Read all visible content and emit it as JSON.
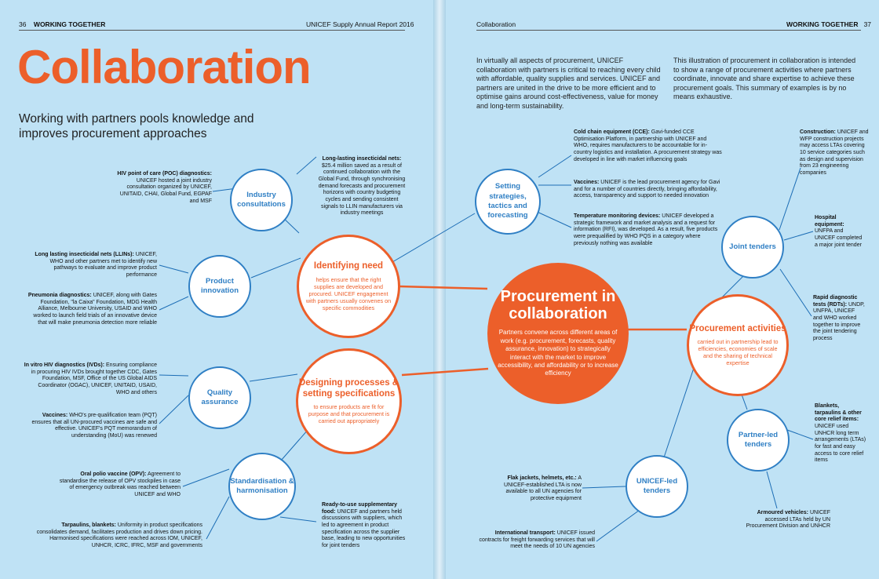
{
  "header": {
    "left_page_number": "36",
    "left_section": "WORKING TOGETHER",
    "left_report": "UNICEF Supply Annual Report 2016",
    "right_section_title": "Collaboration",
    "right_section": "WORKING TOGETHER",
    "right_page_number": "37"
  },
  "title": "Collaboration",
  "subtitle": "Working with partners pools knowledge and improves procurement approaches",
  "intro": {
    "col1": "In virtually all aspects of procurement, UNICEF collaboration with partners is critical to reaching every child with affordable, quality supplies and services. UNICEF and partners are united in the drive to be more efficient and to optimise gains around cost-effectiveness, value for money and long-term sustainability.",
    "col2": "This illustration of procurement in collaboration is intended to show a range of procurement activities where partners coordinate, innovate and share expertise to achieve these procurement goals. This summary of examples is by no means exhaustive."
  },
  "center": {
    "title": "Procurement in collaboration",
    "desc": "Partners convene across different areas of work (e.g. procurement, forecasts, quality assurance, innovation) to strategically interact with the market to improve accessibility, and affordability or to increase efficiency"
  },
  "hubs": {
    "identifying": {
      "title": "Identifying need",
      "desc": "helps ensure that the right supplies are developed and procured. UNICEF engagement with partners usually convenes on specific commodities"
    },
    "designing": {
      "title": "Designing processes & setting specifications",
      "desc": "to ensure products are fit for purpose and that procurement is carried out appropriately"
    },
    "procurement": {
      "title": "Procurement activities",
      "desc": "carried out in partnership lead to efficiencies, economies of scale and the sharing of technical expertise"
    }
  },
  "nodes": {
    "industry": "Industry consultations",
    "product": "Product innovation",
    "quality": "Quality assurance",
    "standard": "Standardisation & harmonisation",
    "setting": "Setting strategies, tactics and forecasting",
    "joint": "Joint tenders",
    "partner": "Partner-led tenders",
    "unicef": "UNICEF-led tenders"
  },
  "notes": {
    "hiv_poc": {
      "label": "HIV point of care (POC) diagnostics:",
      "text": "UNICEF hosted a joint industry consultation organized by UNICEF, UNITAID, CHAI, Global Fund, EGPAF and MSF"
    },
    "llin_industry": {
      "label": "Long-lasting insecticidal nets:",
      "text": "$25.4 million saved as a result of continued collaboration with the Global Fund, through synchronising demand forecasts and procurement horizons with country budgeting cycles and sending consistent signals to LLIN manufacturers via industry meetings"
    },
    "llins": {
      "label": "Long lasting insecticidal nets (LLINs):",
      "text": "UNICEF, WHO and other partners met to identify new pathways to evaluate and improve product performance"
    },
    "pneumonia": {
      "label": "Pneumonia diagnostics:",
      "text": "UNICEF, along with Gates Foundation, \"la Caixa\" Foundation, MDG Health Alliance, Melbourne University, USAID and WHO worked to launch field trials of an innovative device that will make pneumonia detection more reliable"
    },
    "ivd": {
      "label": "In vitro HIV diagnostics (IVDs):",
      "text": "Ensuring compliance in procuring HIV IVDs brought together CDC, Gates Foundation, MSF, Office of the US Global AIDS Coordinator (OGAC), UNICEF, UNITAID, USAID, WHO and others"
    },
    "vaccines_pqt": {
      "label": "Vaccines:",
      "text": "WHO's pre-qualification team (PQT) ensures that all UN-procured vaccines are safe and effective. UNICEF's PQT memorandum of understanding (MoU) was renewed"
    },
    "opv": {
      "label": "Oral polio vaccine (OPV):",
      "text": "Agreement to standardise the release of OPV stockpiles in case of emergency outbreak was reached between UNICEF and WHO"
    },
    "tarpaulins": {
      "label": "Tarpaulins, blankets:",
      "text": "Uniformity in product specifications consolidates demand, facilitates production and drives down pricing. Harmonised specifications were reached across IOM, UNICEF, UNHCR, ICRC, IFRC, MSF and governments"
    },
    "rutf": {
      "label": "Ready-to-use supplementary food:",
      "text": "UNICEF and partners held discussions with suppliers, which led to agreement in product specification across the supplier base, leading to new opportunities for joint tenders"
    },
    "cce": {
      "label": "Cold chain equipment (CCE):",
      "text": "Gavi-funded CCE Optimisation Platform, in partnership with UNICEF and WHO, requires manufacturers to be accountable for in-country logistics and installation. A procurement strategy was developed in line with market influencing goals"
    },
    "vaccines_gavi": {
      "label": "Vaccines:",
      "text": "UNICEF is the lead procurement agency for Gavi and for a number of countries directly, bringing affordability, access, transparency and support to needed innovation"
    },
    "temperature": {
      "label": "Temperature monitoring devices:",
      "text": "UNICEF developed a strategic framework and market analysis and a request for information (RFI), was developed. As a result, five products were prequalified by WHO PQS in a category where previously nothing was available"
    },
    "construction": {
      "label": "Construction:",
      "text": "UNICEF and WFP construction projects may access LTAs covering 10 service categories such as design and supervision from 23 engineering companies"
    },
    "hospital": {
      "label": "Hospital equipment:",
      "text": "UNFPA and UNICEF completed a major joint tender"
    },
    "rdt": {
      "label": "Rapid diagnostic tests (RDTs):",
      "text": "UNDP, UNFPA, UNICEF and WHO worked together to improve the joint tendering process"
    },
    "blankets": {
      "label": "Blankets, tarpaulins & other core relief items:",
      "text": "UNICEF used UNHCR long term arrangements (LTAs) for fast and easy access to core relief items"
    },
    "armoured": {
      "label": "Armoured vehicles:",
      "text": "UNICEF accessed LTAs held by UN Procurement Division and UNHCR"
    },
    "flak": {
      "label": "Flak jackets, helmets, etc.:",
      "text": "A UNICEF-established LTA is now available to all UN agencies for protective equipment"
    },
    "transport": {
      "label": "International transport:",
      "text": "UNICEF issued contracts for freight forwarding services that will meet the needs of 10 UN agencies"
    }
  },
  "colors": {
    "background": "#bfe2f5",
    "accent_orange": "#ec5f2a",
    "node_blue": "#2f7fc4",
    "line_blue": "#1c6db5"
  }
}
